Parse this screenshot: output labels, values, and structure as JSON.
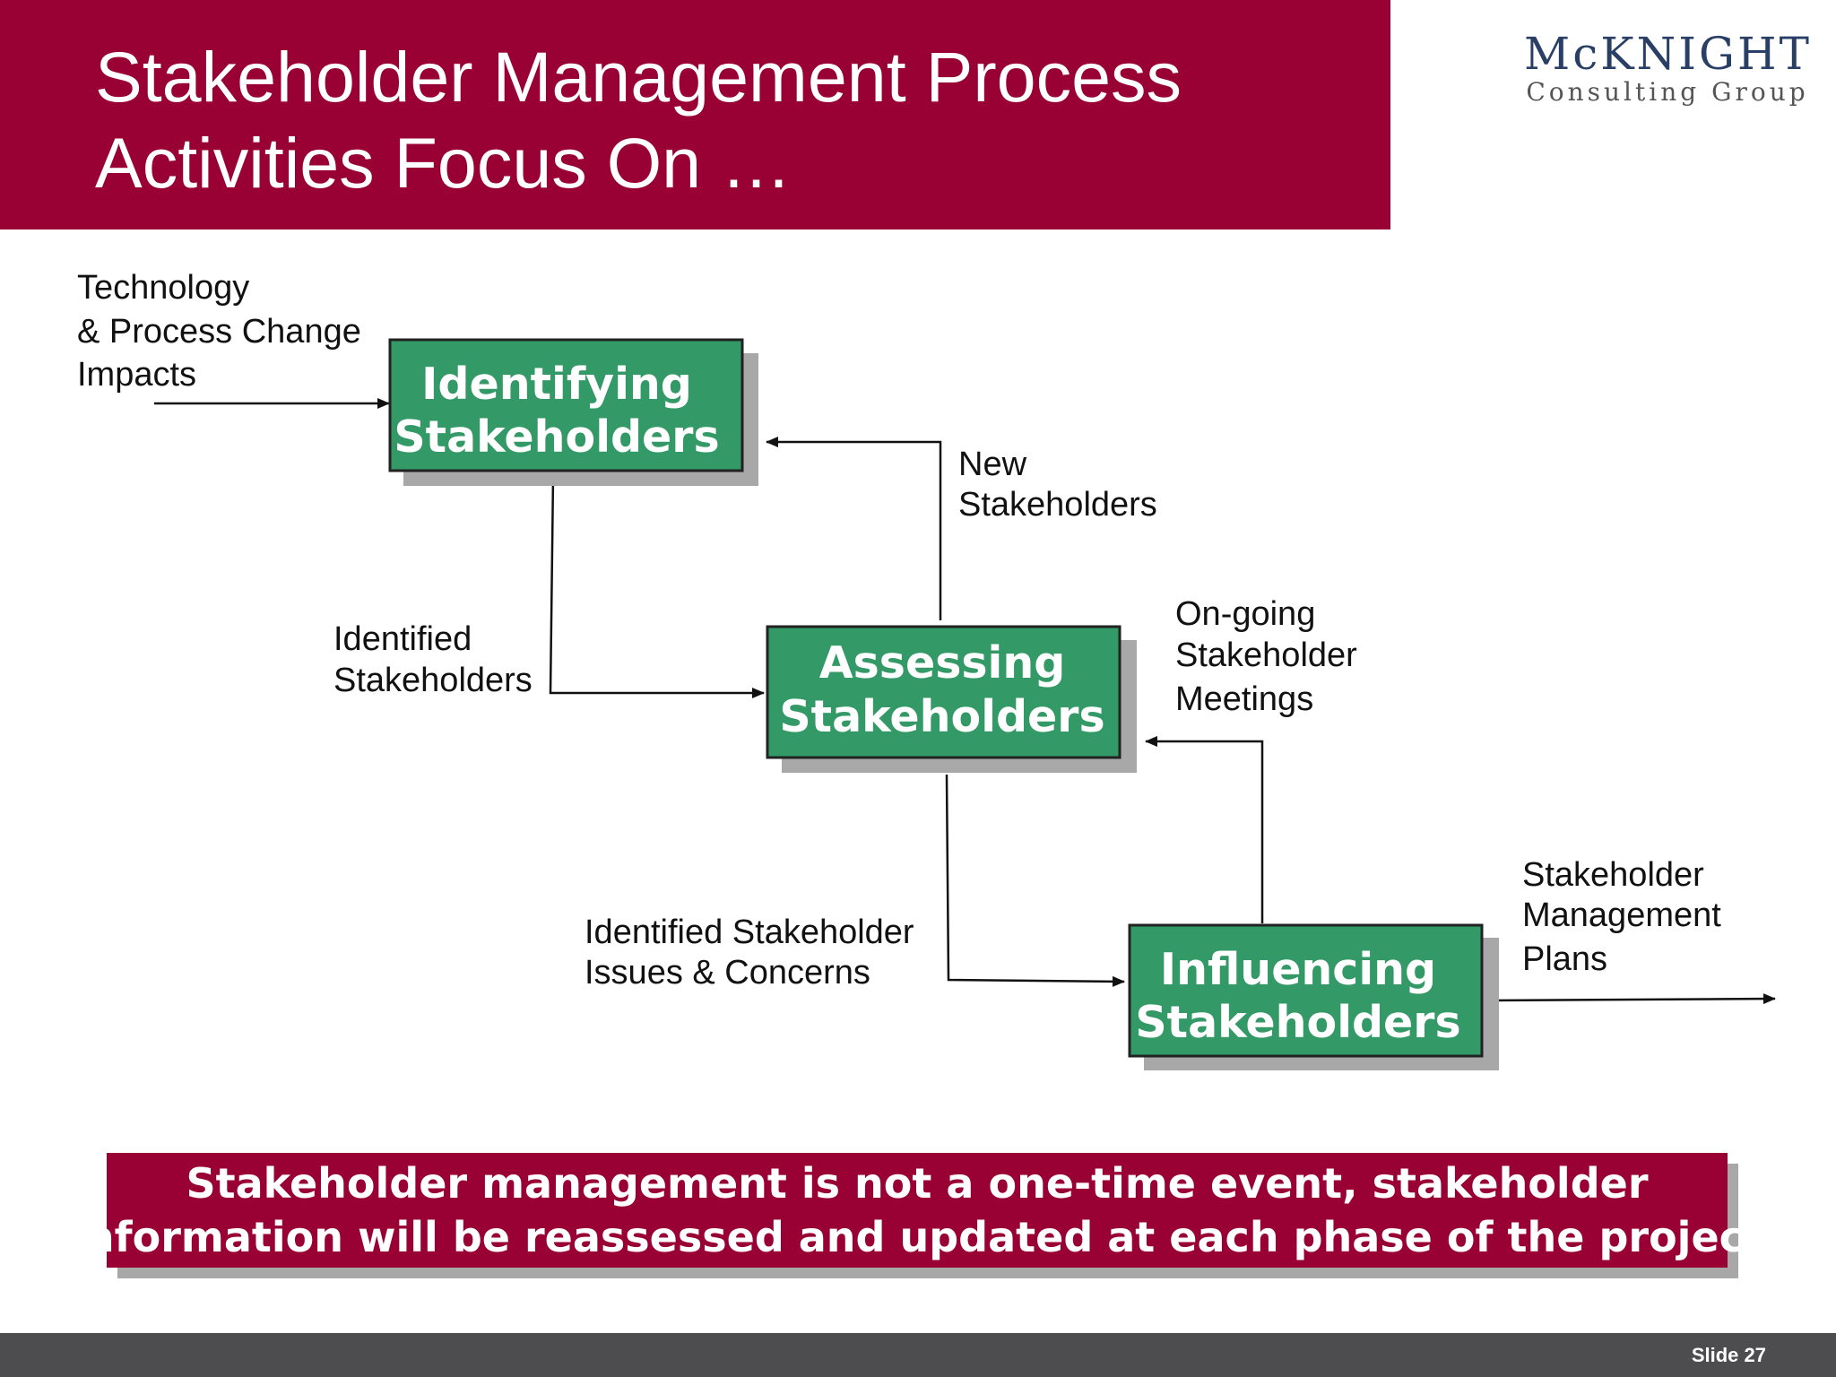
{
  "header": {
    "title_line1": "Stakeholder Management Process",
    "title_line2": "Activities Focus On …"
  },
  "logo": {
    "name": "McKNIGHT",
    "subtitle": "Consulting Group"
  },
  "diagram": {
    "processes": [
      {
        "id": "identifying",
        "line1": "Identifying",
        "line2": "Stakeholders"
      },
      {
        "id": "assessing",
        "line1": "Assessing",
        "line2": "Stakeholders"
      },
      {
        "id": "influencing",
        "line1": "Influencing",
        "line2": "Stakeholders"
      }
    ],
    "flows": [
      {
        "id": "input",
        "lines": [
          "Technology",
          "& Process Change",
          "Impacts"
        ]
      },
      {
        "id": "new",
        "lines": [
          "New",
          "Stakeholders"
        ]
      },
      {
        "id": "identified",
        "lines": [
          "Identified",
          "Stakeholders"
        ]
      },
      {
        "id": "ongoing",
        "lines": [
          "On-going",
          "Stakeholder",
          "Meetings"
        ]
      },
      {
        "id": "issues",
        "lines": [
          "Identified Stakeholder",
          "Issues & Concerns"
        ]
      },
      {
        "id": "plans",
        "lines": [
          "Stakeholder",
          "Management",
          "Plans"
        ]
      }
    ]
  },
  "note": {
    "line1": "Stakeholder management is not a one-time event, stakeholder",
    "line2": "information will be reassessed and updated at each phase of the project"
  },
  "footer": {
    "slide_label": "Slide 27"
  },
  "colors": {
    "brand": "#990033",
    "process_fill": "#339966",
    "shadow": "#a8a8a8",
    "footer": "#4d4d4f"
  }
}
